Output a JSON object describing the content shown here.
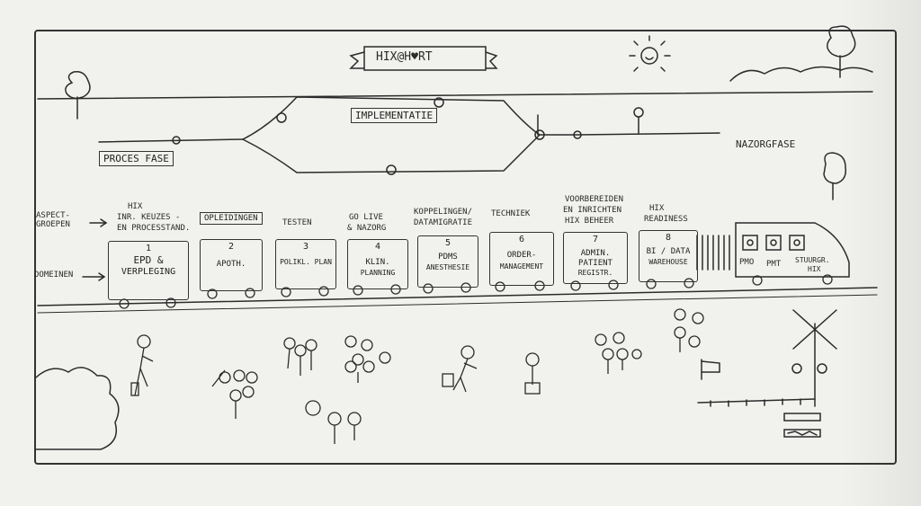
{
  "banner": {
    "title": "HIX@H♥RT"
  },
  "phases": {
    "implementation": "IMPLEMENTATIE",
    "process": "PROCES FASE",
    "aftercare": "NAZORGFASE"
  },
  "row_labels": {
    "aspect_groups": "ASPECT-\nGROEPEN",
    "domains": "DOMEINEN"
  },
  "aspects": [
    {
      "line1": "HIX",
      "line2": "INR. KEUZES -",
      "line3": "EN PROCESSTAND."
    },
    {
      "line1": "OPLEIDINGEN"
    },
    {
      "line1": "TESTEN"
    },
    {
      "line1": "GO LIVE",
      "line2": "& NAZORG"
    },
    {
      "line1": "KOPPELINGEN/",
      "line2": "DATAMIGRATIE"
    },
    {
      "line1": "TECHNIEK"
    },
    {
      "line1": "VOORBEREIDEN",
      "line2": "EN INRICHTEN",
      "line3": "HIX BEHEER"
    },
    {
      "line1": "HIX",
      "line2": "READINESS"
    }
  ],
  "wagons": [
    {
      "num": "1",
      "line1": "EPD &",
      "line2": "VERPLEGING",
      "line3": ""
    },
    {
      "num": "2",
      "line1": "APOTH.",
      "line2": "",
      "line3": ""
    },
    {
      "num": "3",
      "line1": "POLIKL. PLAN",
      "line2": "",
      "line3": ""
    },
    {
      "num": "4",
      "line1": "KLIN.",
      "line2": "PLANNING",
      "line3": ""
    },
    {
      "num": "5",
      "line1": "PDMS",
      "line2": "ANESTHESIE",
      "line3": ""
    },
    {
      "num": "6",
      "line1": "ORDER-",
      "line2": "MANAGEMENT",
      "line3": ""
    },
    {
      "num": "7",
      "line1": "ADMIN.",
      "line2": "PATIENT",
      "line3": "REGISTR."
    },
    {
      "num": "8",
      "line1": "BI / DATA",
      "line2": "WAREHOUSE",
      "line3": ""
    }
  ],
  "locomotive": {
    "pmo": "PMO",
    "pmt": "PMT",
    "steering": "STUURGR.",
    "steering2": "HIX"
  }
}
